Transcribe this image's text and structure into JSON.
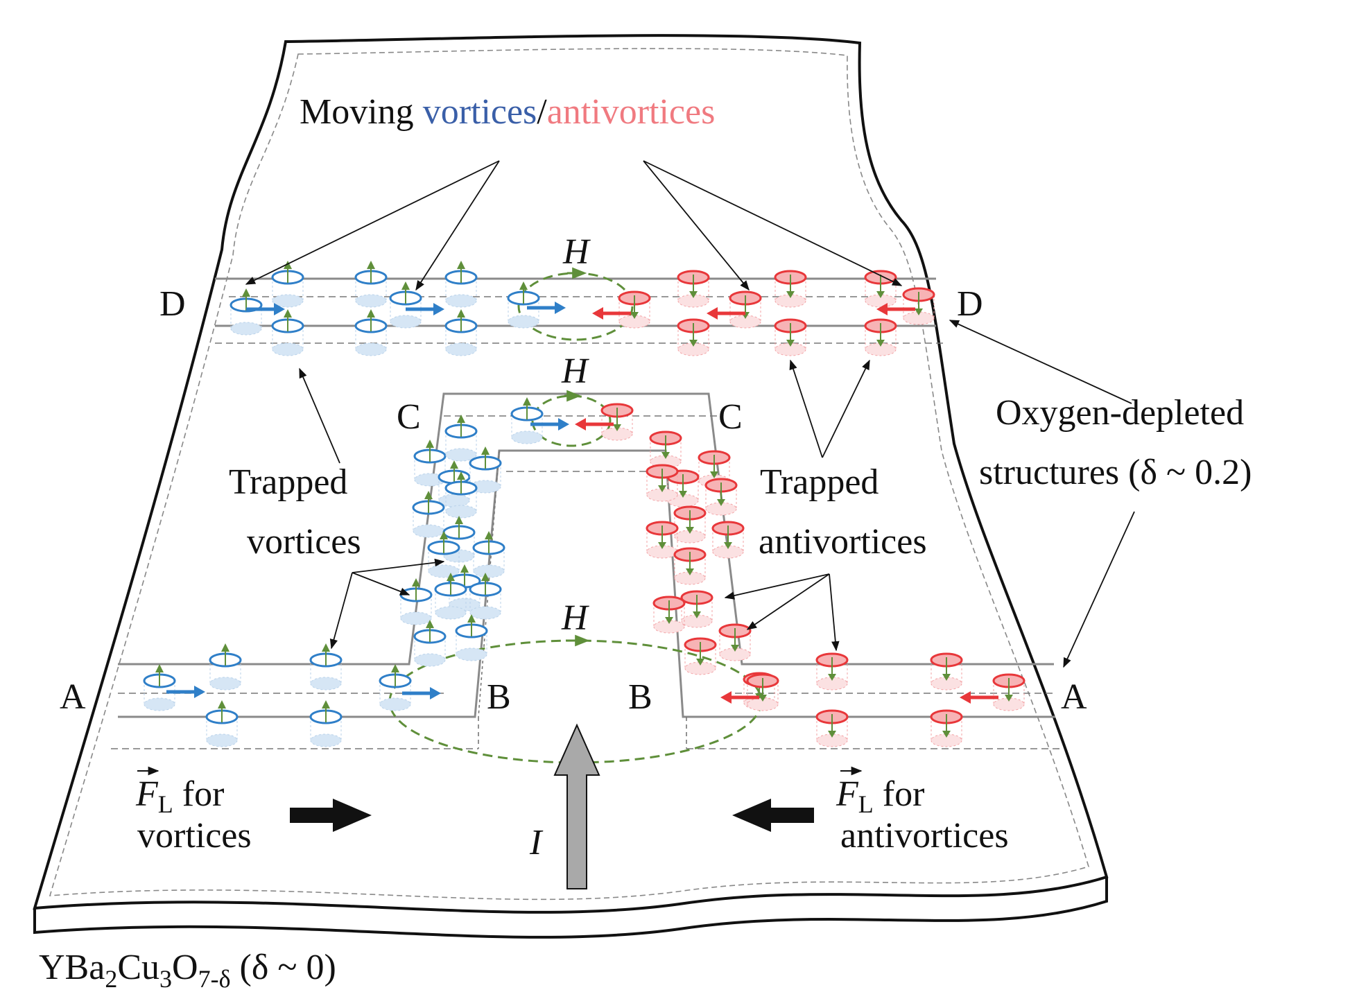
{
  "colors": {
    "vortex": "#2f7fc8",
    "vortex_text": "#3a5fa8",
    "antivortex": "#e8373a",
    "antivortex_text": "#f07a80",
    "field": "#5f8f3a",
    "outline": "#111111",
    "channel": "#8a8a8a",
    "arrow_fill": "#a9a9a9"
  },
  "title": {
    "prefix": "Moving ",
    "vortices": "vortices",
    "slash": "/",
    "antivortices": "antivortices"
  },
  "point_labels": [
    "D",
    "D",
    "C",
    "C",
    "B",
    "B",
    "A",
    "A"
  ],
  "field_label": "H",
  "trapped_left": {
    "line1": "Trapped",
    "line2": "vortices"
  },
  "trapped_right": {
    "line1": "Trapped",
    "line2": "antivortices"
  },
  "oxygen": {
    "line1": "Oxygen-depleted",
    "line2": "structures (δ ~ 0.2)"
  },
  "force_left": {
    "symbol": "F",
    "sub": "L",
    "text": " for",
    "line2": "vortices"
  },
  "force_right": {
    "symbol": "F",
    "sub": "L",
    "text": " for",
    "line2": "antivortices"
  },
  "current_label": "I",
  "material": {
    "pre": "YBa",
    "s1": "2",
    "mid1": "Cu",
    "s2": "3",
    "mid2": "O",
    "s3": "7-δ",
    "post": " (δ ~ 0)"
  }
}
